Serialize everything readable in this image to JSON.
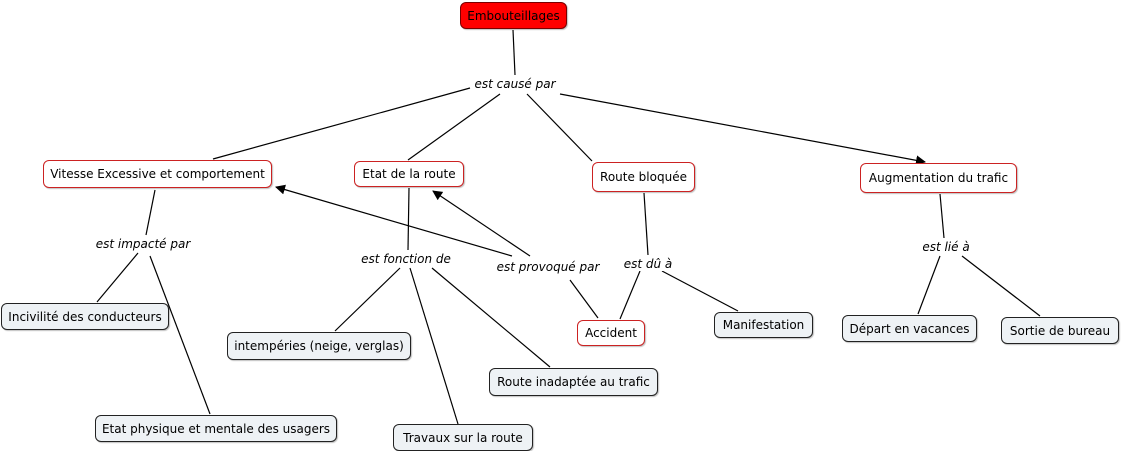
{
  "concepts": {
    "root": "Embouteillages",
    "vitesse": "Vitesse Excessive et comportement",
    "etat_route": "Etat de la route",
    "route_bloquee": "Route bloquée",
    "augmentation": "Augmentation du trafic",
    "incivilite": "Incivilité des conducteurs",
    "etat_physique": "Etat physique et mentale des usagers",
    "intemperies": "intempéries (neige, verglas)",
    "travaux": "Travaux sur la route",
    "route_inadaptee": "Route inadaptée au trafic",
    "accident": "Accident",
    "manifestation": "Manifestation",
    "depart": "Départ en vacances",
    "sortie": "Sortie de bureau"
  },
  "linking_phrases": {
    "cause": "est causé par",
    "impacte": "est impacté par",
    "fonction": "est fonction de",
    "provoque": "est provoqué par",
    "du": "est dû à",
    "lie": "est lié à"
  },
  "colors": {
    "root_fill": "#ff0000",
    "main_border": "#cc2222",
    "leaf_fill": "#eef2f5",
    "line": "#000000"
  }
}
